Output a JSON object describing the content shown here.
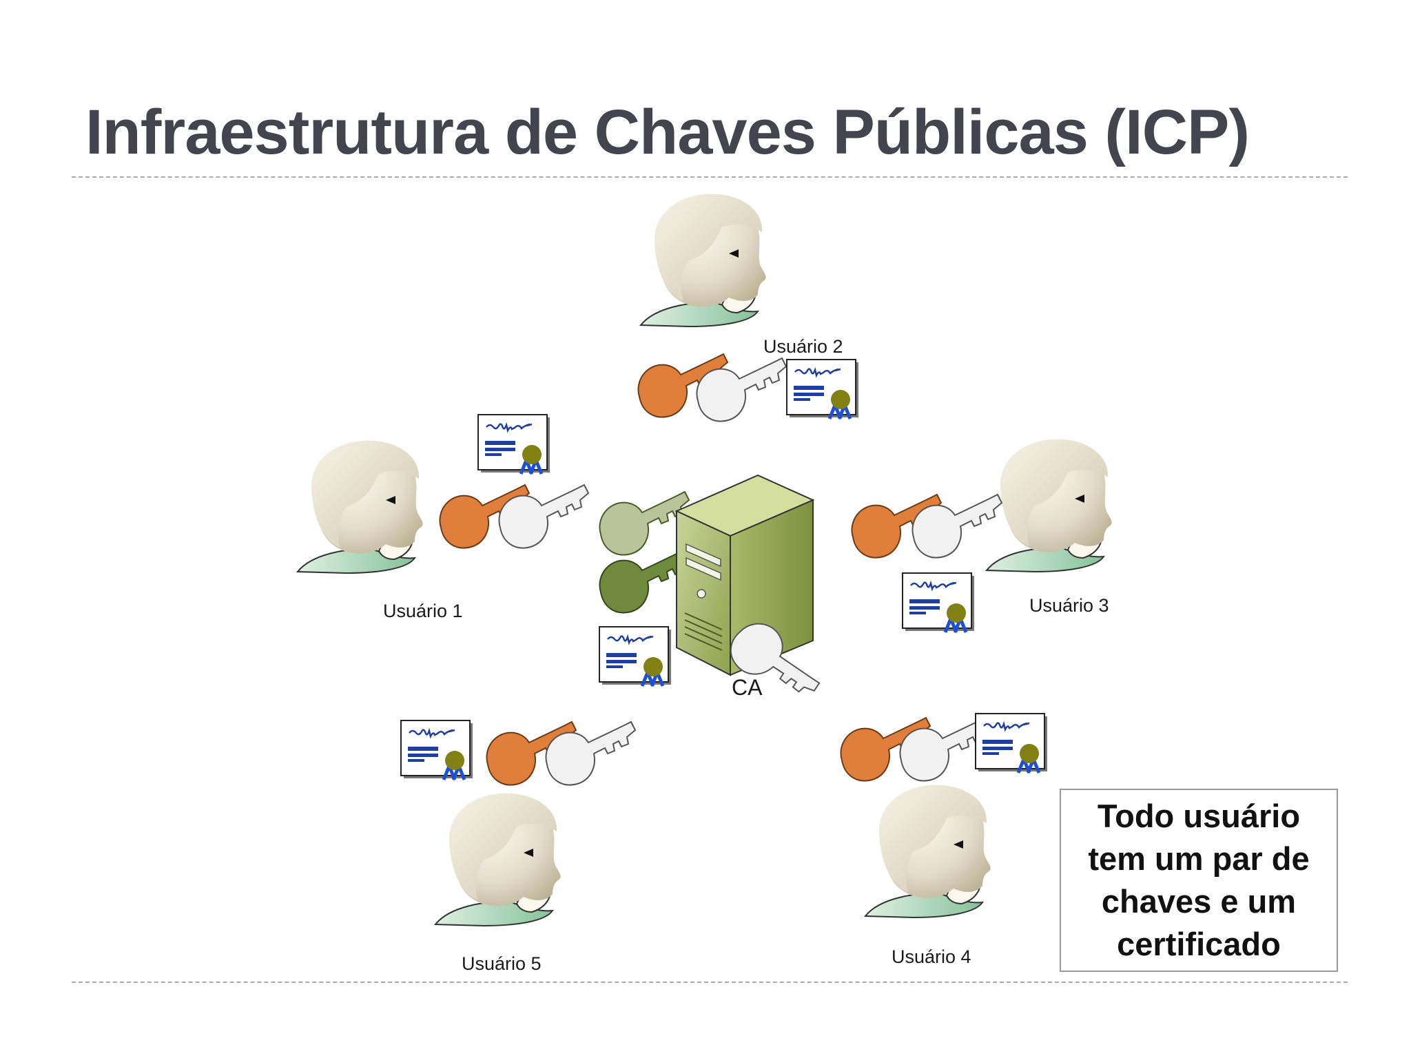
{
  "slide": {
    "title": "Infraestrutura de Chaves Públicas (ICP)",
    "note": "Todo usuário tem um par de chaves e um certificado"
  },
  "diagram": {
    "ca_label": "CA",
    "users": [
      {
        "id": "user-1",
        "label": "Usuário 1"
      },
      {
        "id": "user-2",
        "label": "Usuário 2"
      },
      {
        "id": "user-3",
        "label": "Usuário 3"
      },
      {
        "id": "user-4",
        "label": "Usuário 4"
      },
      {
        "id": "user-5",
        "label": "Usuário 5"
      }
    ]
  },
  "colors": {
    "title": "#44444e",
    "private_key": "#e07f3c",
    "public_key": "#f2f2f2",
    "ca_server": "#9fb25f",
    "ca_key_light": "#b9c49a",
    "ca_key_dark": "#6f8a3c",
    "certificate_text": "#1f3fa0",
    "certificate_seal": "#808015",
    "certificate_ribbon": "#1e4fd6",
    "head_skin": "#e2dccb",
    "collar": "#9ccfae"
  },
  "icons": [
    "user-head-icon",
    "private-key-icon",
    "public-key-icon",
    "certificate-icon",
    "server-icon"
  ]
}
